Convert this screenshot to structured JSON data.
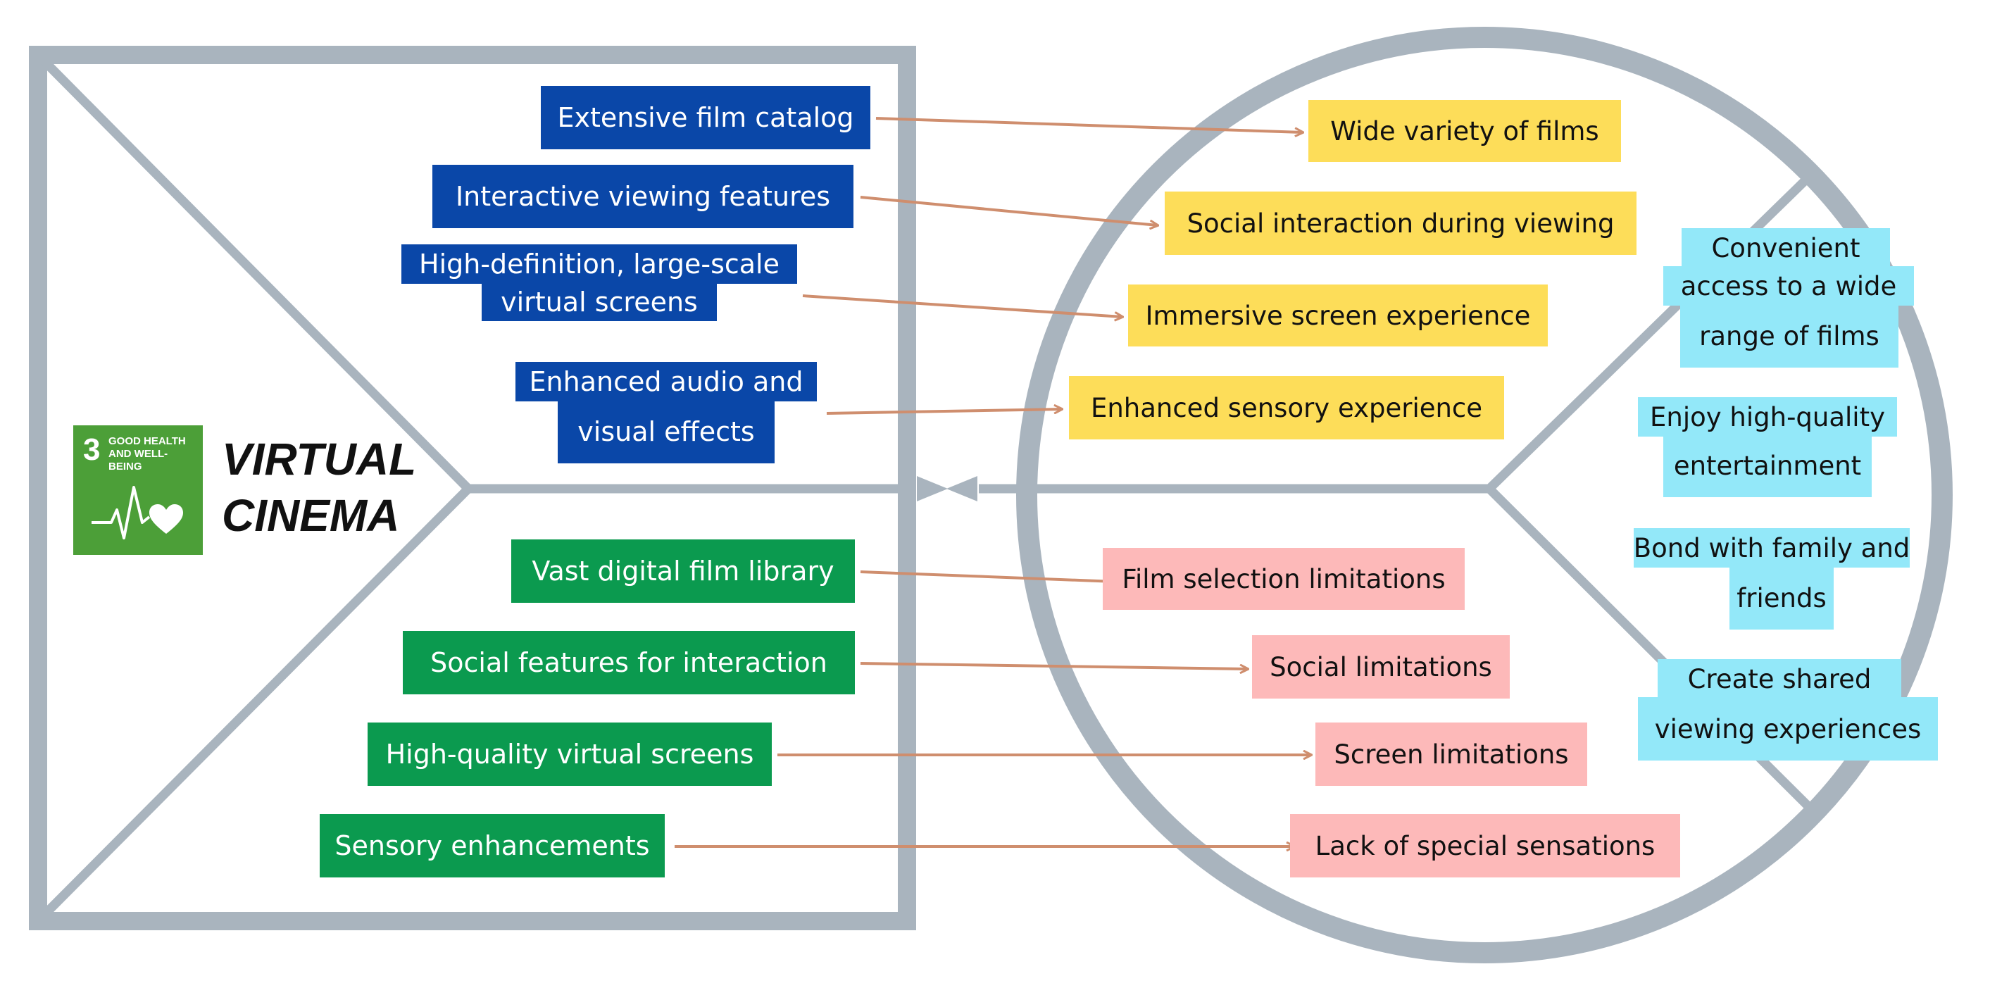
{
  "colors": {
    "frame": "#A9B4BE",
    "arrow": "#CF8E6E",
    "blue": "#0A47A8",
    "green": "#0B9A4F",
    "yellow": "#FDDD59",
    "pink": "#FDB9B9",
    "cyan": "#93E8F9",
    "sdg_green": "#4C9F38"
  },
  "logo": {
    "number": "3",
    "text_line1": "GOOD HEALTH",
    "text_line2": "AND WELL-BEING",
    "icon": "heartbeat-heart-icon"
  },
  "title": {
    "line1": "VIRTUAL",
    "line2": "CINEMA"
  },
  "features_upper": [
    {
      "lines": [
        "Extensive film catalog"
      ]
    },
    {
      "lines": [
        "Interactive viewing features"
      ]
    },
    {
      "lines": [
        "High-definition, large-scale",
        "virtual screens"
      ]
    },
    {
      "lines": [
        "Enhanced audio and",
        "visual effects"
      ]
    }
  ],
  "features_lower": [
    {
      "lines": [
        "Vast digital film library"
      ]
    },
    {
      "lines": [
        "Social features for interaction"
      ]
    },
    {
      "lines": [
        "High-quality virtual screens"
      ]
    },
    {
      "lines": [
        "Sensory enhancements"
      ]
    }
  ],
  "gains": [
    "Wide variety of films",
    "Social interaction during viewing",
    "Immersive screen experience",
    "Enhanced sensory experience"
  ],
  "pains": [
    "Film selection limitations",
    "Social limitations",
    "Screen limitations",
    "Lack of special sensations"
  ],
  "jobs": [
    {
      "lines": [
        "Convenient",
        "access to a wide",
        "range of films"
      ]
    },
    {
      "lines": [
        "Enjoy high-quality",
        "entertainment"
      ]
    },
    {
      "lines": [
        "Bond with family and",
        "friends"
      ]
    },
    {
      "lines": [
        "Create shared",
        "viewing experiences"
      ]
    }
  ]
}
